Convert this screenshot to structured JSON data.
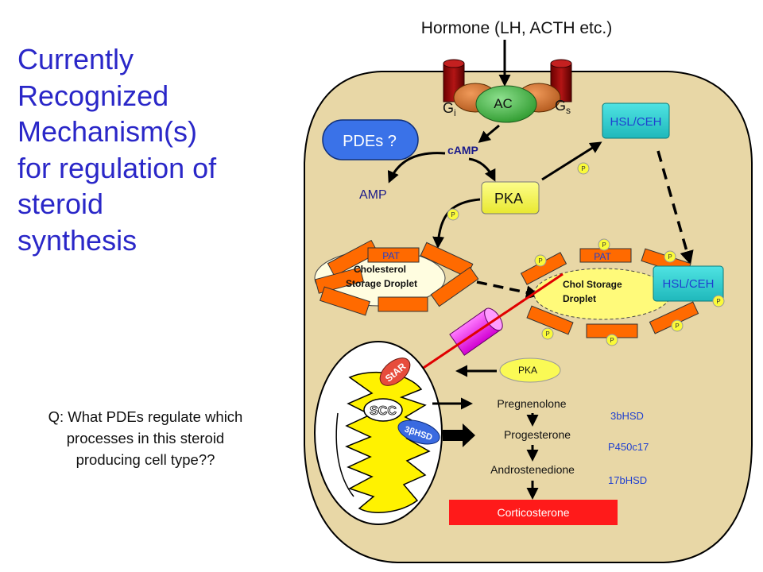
{
  "side_title_lines": [
    "Currently",
    "Recognized",
    "Mechanism(s)",
    "for regulation  of",
    "steroid",
    "synthesis"
  ],
  "question": "Q:  What PDEs regulate which processes in this steroid producing cell type??",
  "hormone": "Hormone (LH, ACTH etc.)",
  "receptor": {
    "ac": "AC",
    "gi_main": "G",
    "gi_sub": "i",
    "gs_main": "G",
    "gs_sub": "s"
  },
  "pdes": "PDEs ?",
  "camp": "cAMP",
  "amp": "AMP",
  "pka_main": "PKA",
  "pka_small": "PKA",
  "hsl_top": "HSL/CEH",
  "hsl_right": "HSL/CEH",
  "phospho": "P",
  "pat_left": "PAT",
  "pat_right": "PAT",
  "droplet_left": [
    "Cholesterol",
    "Storage Droplet"
  ],
  "droplet_right": [
    "Chol Storage",
    "Droplet"
  ],
  "star": "StAR",
  "scc": "SCC",
  "hsd_mito": "3βHSD",
  "steroids": [
    "Pregnenolone",
    "Progesterone",
    "Androstenedione"
  ],
  "product": "Corticosterone",
  "enzymes": [
    "3bHSD",
    "P450c17",
    "17bHSD"
  ],
  "colors": {
    "title_blue": "#2a27c8",
    "cell_fill": "#e8d7a6",
    "hsl_fill": "#2ecfd0",
    "pde_fill": "#3a72e8",
    "pka_fill": "#fafa55",
    "droplet_fill": "#ff6a00",
    "phospho_fill": "#fafa3a",
    "mito_fill": "#fff200",
    "product_fill": "#ff1a1a",
    "enzyme_text": "#1f3fd0"
  }
}
